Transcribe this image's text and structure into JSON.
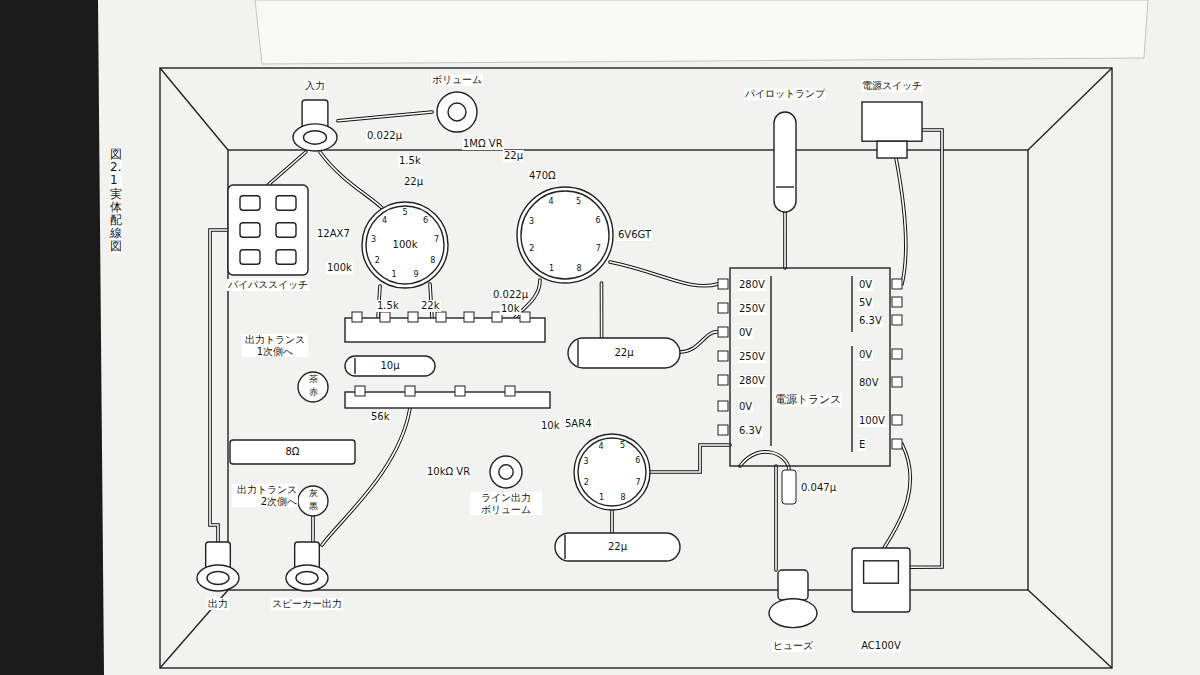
{
  "diagram": {
    "title": "図2.1 実体配線図",
    "nodes": [
      {
        "text": [
          "入力"
        ]
      },
      {
        "text": [
          "ボリューム",
          "1MΩ VR"
        ]
      },
      {
        "text": [
          "バイパススイッチ"
        ]
      },
      {
        "text": [
          "12AX7"
        ]
      },
      {
        "text": [
          "6V6GT"
        ]
      },
      {
        "text": [
          "パイロットランプ"
        ]
      },
      {
        "text": [
          "電源スイッチ"
        ]
      },
      {
        "text": [
          "出力トランス 1次側へ",
          "茶",
          "赤"
        ]
      },
      {
        "text": [
          "10μ"
        ]
      },
      {
        "text": [
          "22μ"
        ]
      },
      {
        "text": [
          "電源トランス"
        ]
      },
      {
        "text": [
          "8Ω"
        ]
      },
      {
        "text": [
          "10kΩ VR",
          "ライン出力 ボリューム"
        ]
      },
      {
        "text": [
          "5AR4"
        ]
      },
      {
        "text": [
          "出力トランス 2次側へ",
          "灰",
          "黒"
        ]
      },
      {
        "text": [
          "22μ"
        ]
      },
      {
        "text": [
          "出力"
        ]
      },
      {
        "text": [
          "スピーカー出力"
        ]
      },
      {
        "text": [
          "ヒューズ"
        ]
      },
      {
        "text": [
          "AC100V"
        ]
      }
    ],
    "edges": [
      {
        "from": 0,
        "to": 1,
        "arrow": "none"
      },
      {
        "from": 0,
        "to": 2,
        "arrow": "none"
      },
      {
        "from": 2,
        "to": 16,
        "arrow": "none"
      },
      {
        "from": 5,
        "to": 10,
        "arrow": "none"
      },
      {
        "from": 19,
        "to": 6,
        "arrow": "none"
      },
      {
        "from": 18,
        "to": 10,
        "arrow": "none"
      },
      {
        "from": 13,
        "to": 10,
        "arrow": "none"
      },
      {
        "from": 9,
        "to": 4,
        "arrow": "none"
      },
      {
        "from": 15,
        "to": 13,
        "arrow": "none"
      },
      {
        "from": 14,
        "to": 17,
        "arrow": "none"
      }
    ],
    "labels": [
      "0.022μ",
      "1.5k",
      "22μ",
      "22μ",
      "470Ω",
      "100k",
      "100k",
      "0.022μ",
      "1.5k",
      "22k",
      "10k",
      "56k",
      "10k",
      "280V",
      "250V",
      "0V",
      "250V",
      "280V",
      "0V",
      "6.3V",
      "0V",
      "5V",
      "6.3V",
      "0V",
      "80V",
      "100V",
      "E",
      "0.047μ",
      "1",
      "2",
      "3",
      "4",
      "5",
      "6",
      "7",
      "8",
      "9",
      "1",
      "2",
      "3",
      "4",
      "5",
      "6",
      "7",
      "8",
      "1",
      "2",
      "3",
      "4",
      "5",
      "6",
      "7",
      "8"
    ]
  }
}
